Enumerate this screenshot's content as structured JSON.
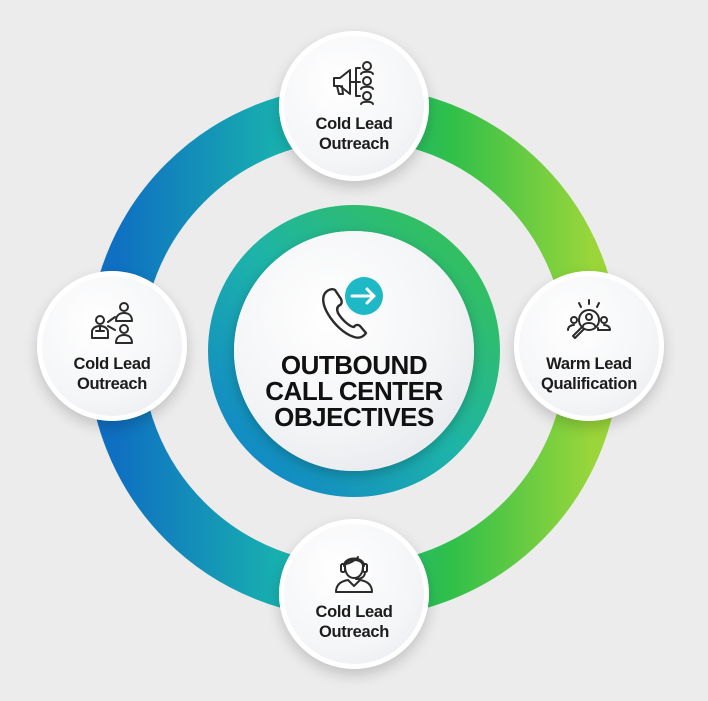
{
  "center": {
    "title_lines": [
      "OUTBOUND",
      "CALL CENTER",
      "OBJECTIVES"
    ],
    "icon": "phone-forward-icon"
  },
  "nodes": {
    "top": {
      "line1": "Cold Lead",
      "line2": "Outreach",
      "icon": "megaphone-audience-icon"
    },
    "right": {
      "line1": "Warm Lead",
      "line2": "Qualification",
      "icon": "magnifier-people-icon"
    },
    "bottom": {
      "line1": "Cold Lead",
      "line2": "Outreach",
      "icon": "headset-agent-icon"
    },
    "left": {
      "line1": "Cold Lead",
      "line2": "Outreach",
      "icon": "referral-network-icon"
    }
  },
  "colors": {
    "ring_blue": "#0f6fc2",
    "ring_teal": "#19b7ad",
    "ring_green": "#2fbf4a",
    "ring_lime": "#9ad63a",
    "background": "#ececed",
    "icon_stroke": "#2b2b2b",
    "center_badge": "#1fb9c6"
  }
}
